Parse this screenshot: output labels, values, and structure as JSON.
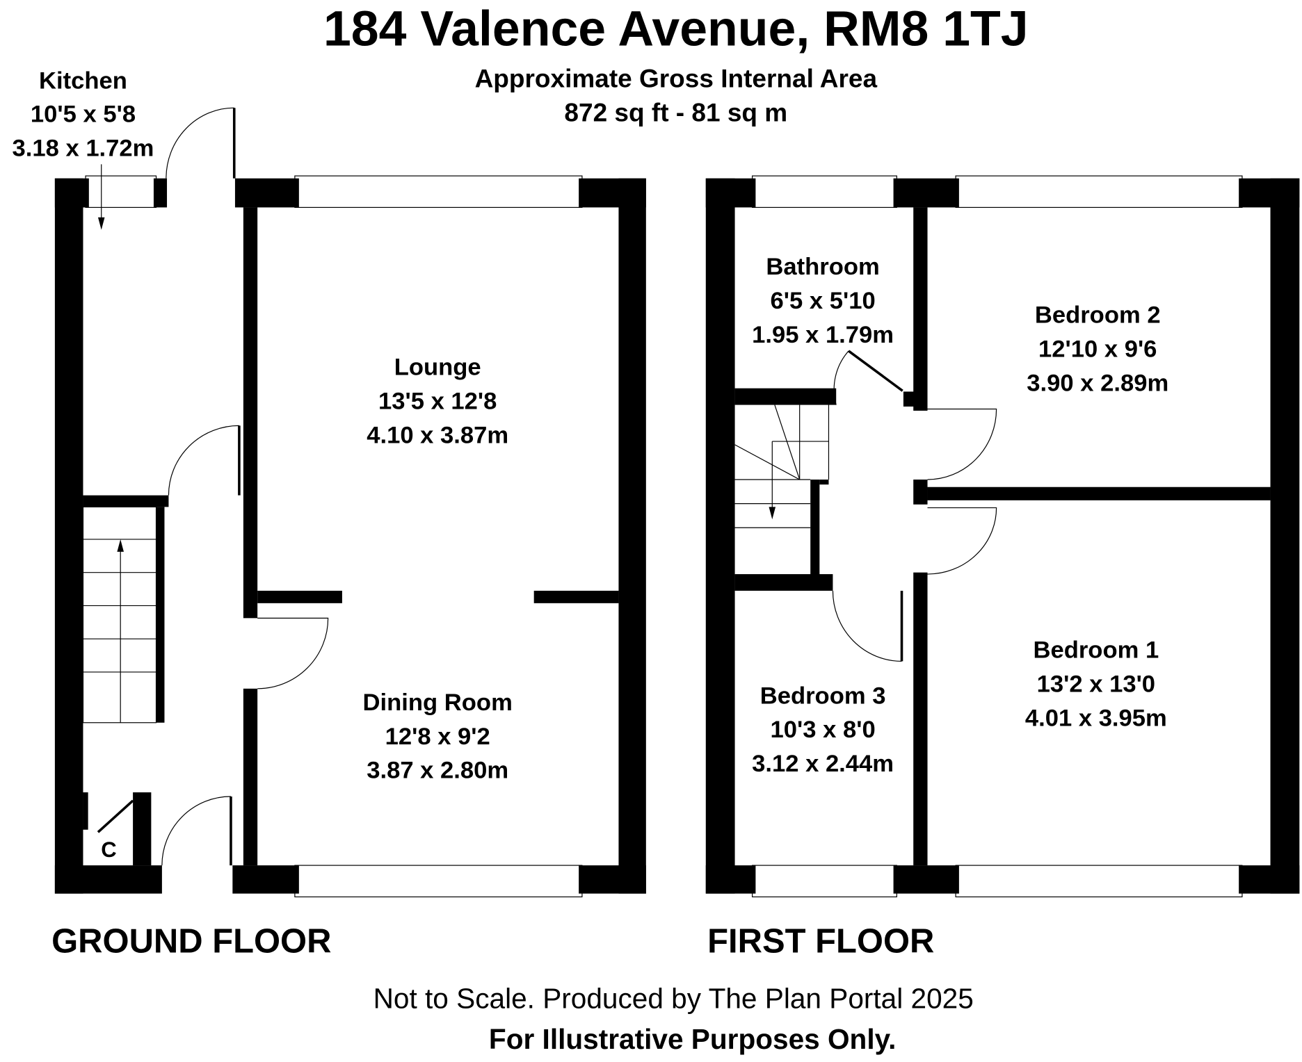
{
  "title": "184 Valence Avenue, RM8 1TJ",
  "subtitle": "Approximate Gross Internal Area",
  "area": "872 sq ft - 81 sq m",
  "ground_floor": {
    "label": "GROUND FLOOR",
    "rooms": [
      {
        "name": "Kitchen",
        "imperial": "10'5 x 5'8",
        "metric": "3.18 x 1.72m"
      },
      {
        "name": "Lounge",
        "imperial": "13'5 x 12'8",
        "metric": "4.10 x 3.87m"
      },
      {
        "name": "Dining Room",
        "imperial": "12'8 x 9'2",
        "metric": "3.87 x 2.80m"
      }
    ],
    "cupboard_label": "C"
  },
  "first_floor": {
    "label": "FIRST FLOOR",
    "rooms": [
      {
        "name": "Bathroom",
        "imperial": "6'5 x 5'10",
        "metric": "1.95 x 1.79m"
      },
      {
        "name": "Bedroom 2",
        "imperial": "12'10 x 9'6",
        "metric": "3.90 x 2.89m"
      },
      {
        "name": "Bedroom 1",
        "imperial": "13'2 x 13'0",
        "metric": "4.01 x 3.95m"
      },
      {
        "name": "Bedroom 3",
        "imperial": "10'3 x 8'0",
        "metric": "3.12 x 2.44m"
      }
    ]
  },
  "footer": {
    "line1": "Not to Scale. Produced by The Plan Portal 2025",
    "line2": "For Illustrative Purposes Only."
  }
}
